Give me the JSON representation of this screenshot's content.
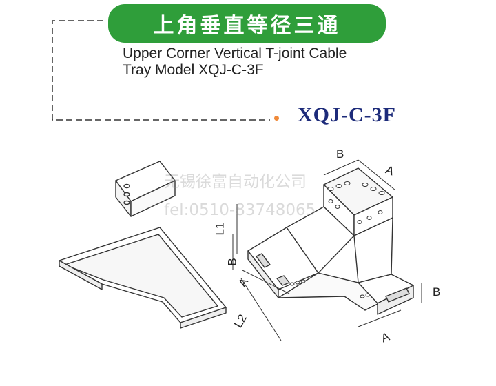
{
  "header": {
    "title_cn": "上角垂直等径三通",
    "subtitle_line1": "Upper Corner Vertical T-joint Cable",
    "subtitle_line2": "Tray Model XQJ-C-3F",
    "model_code": "XQJ-C-3F"
  },
  "watermark": {
    "company_cn": "无锡徐富自动化公司",
    "phone": "fel:0510-83748065"
  },
  "dimensions": {
    "b_top": "B",
    "a_top": "A",
    "l1": "L1",
    "b_left": "B",
    "a_left": "A",
    "l2": "L2",
    "b_right": "B",
    "a_bottom": "A"
  },
  "colors": {
    "badge_green": "#2f9e3a",
    "model_navy": "#1d2b7a",
    "dot_orange": "#f08a3a"
  }
}
